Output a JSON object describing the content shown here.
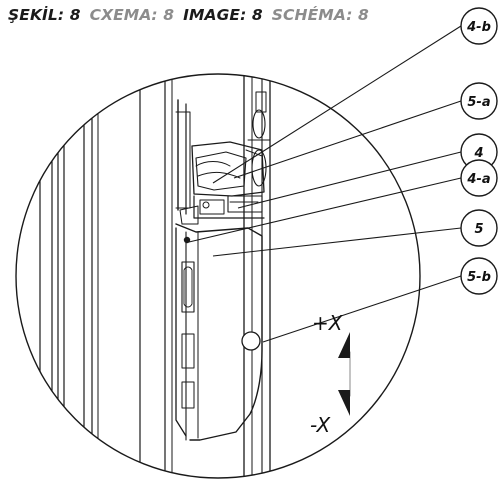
{
  "title": {
    "segments": [
      {
        "text": "ŞEKİL: 8",
        "tone": "dark"
      },
      {
        "text": "СХЕМА: 8",
        "tone": "grey"
      },
      {
        "text": "IMAGE: 8",
        "tone": "dark"
      },
      {
        "text": "SCHÉMA: 8",
        "tone": "grey"
      }
    ]
  },
  "callouts": [
    {
      "id": "4b",
      "label": "4-b"
    },
    {
      "id": "5a",
      "label": "5-a"
    },
    {
      "id": "4",
      "label": "4"
    },
    {
      "id": "4a",
      "label": "4-a"
    },
    {
      "id": "5",
      "label": "5"
    },
    {
      "id": "5b",
      "label": "5-b"
    }
  ],
  "axis": {
    "plus_label": "+X",
    "minus_label": "-X"
  },
  "colors": {
    "line": "#1a1a1a",
    "title_dark": "#1b1b1b",
    "title_grey": "#8c8c8c",
    "background": "#ffffff"
  }
}
